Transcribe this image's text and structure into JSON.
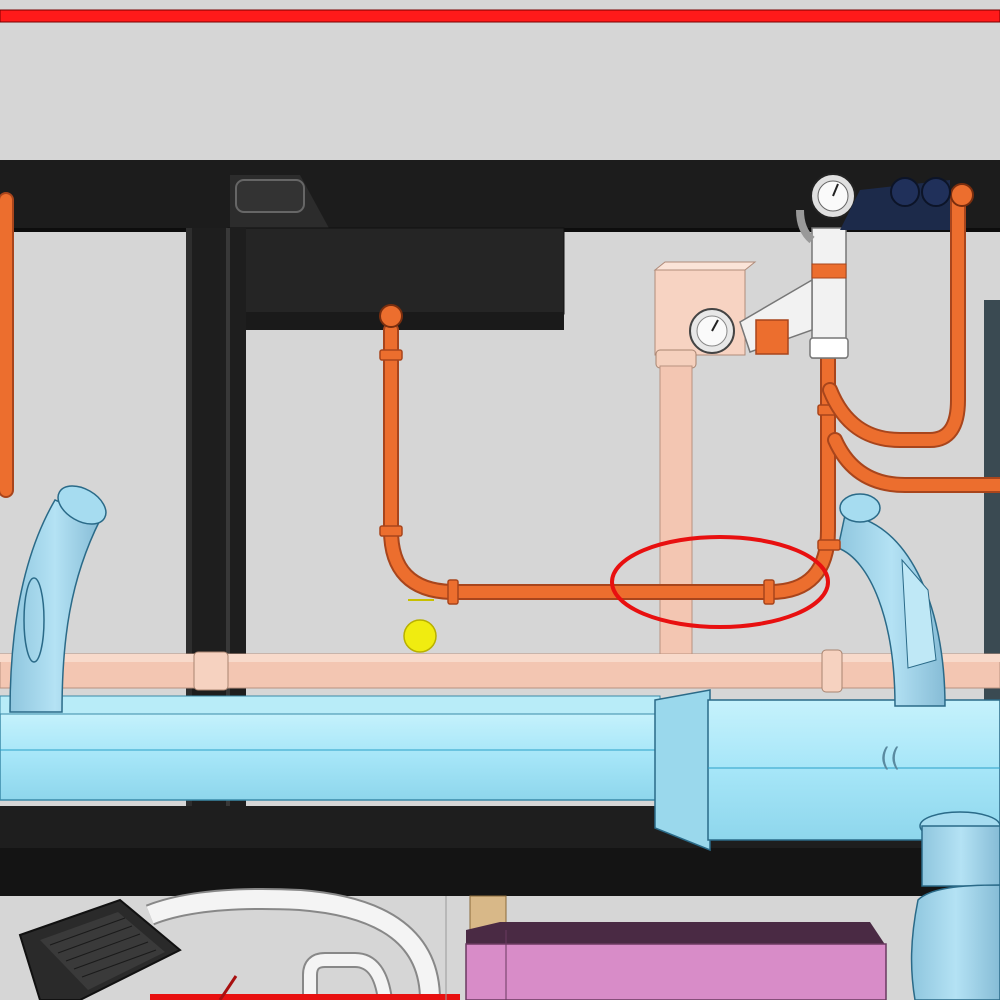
{
  "scene": {
    "type": "3d-bim-model-view",
    "description_elements": [
      "orange-pipe-network",
      "pink-pipe-network",
      "light-blue-duct",
      "black-steel-structure"
    ]
  },
  "markup": {
    "highlight": "clash-ellipse",
    "highlight_color": "#e81010"
  },
  "colors": {
    "background": "#d6d6d6",
    "steel": "#1e1e1e",
    "orange_pipe": "#ec6e2e",
    "pink_pipe": "#f3c6b2",
    "duct": "#a8e8f8",
    "magenta_box": "#d88cc8",
    "marker": "#f0ec10",
    "redline": "#e81010"
  }
}
